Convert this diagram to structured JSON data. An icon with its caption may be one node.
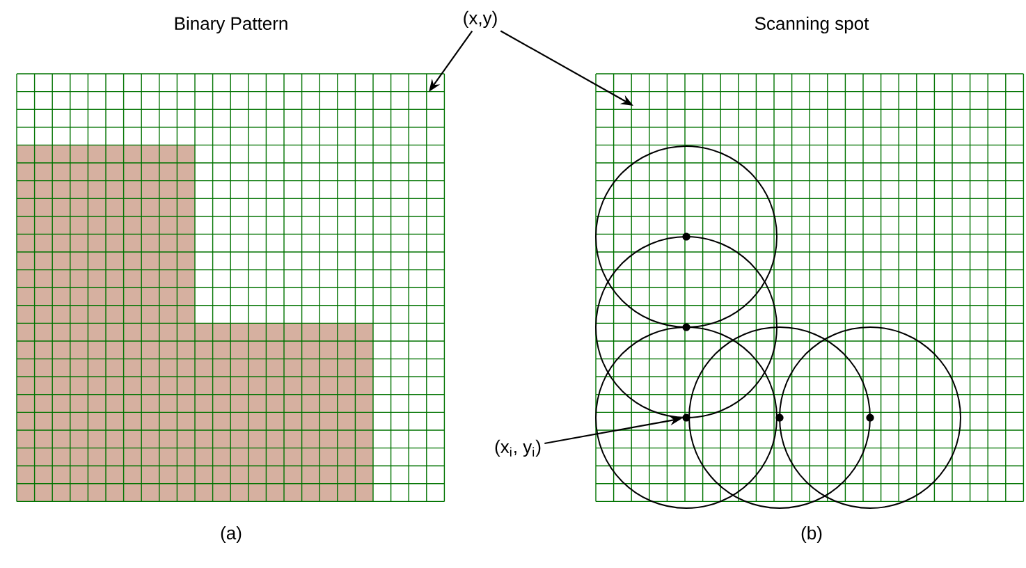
{
  "diagram": {
    "nodes": [
      {
        "text": [
          "(x,y)"
        ]
      },
      {
        "text": [
          "(x$_{i}$, y$_{i}$)"
        ]
      },
      {
        "text": [],
        "shape": "circle"
      }
    ],
    "edges": [
      {
        "from": 0,
        "to": null,
        "arrow": "to"
      },
      {
        "from": 0,
        "to": null,
        "arrow": "to"
      },
      {
        "from": 1,
        "to": 2,
        "arrow": "to"
      }
    ],
    "labels": [
      "Binary Pattern",
      "Scanning spot",
      "(a)",
      "(b)"
    ]
  }
}
